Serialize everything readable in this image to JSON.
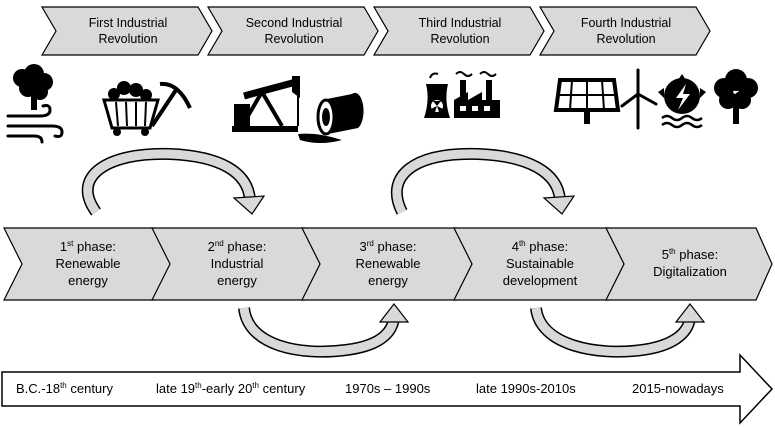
{
  "revolutions": [
    {
      "line1": "First Industrial",
      "line2": "Revolution"
    },
    {
      "line1": "Second Industrial",
      "line2": "Revolution"
    },
    {
      "line1": "Third Industrial",
      "line2": "Revolution"
    },
    {
      "line1": "Fourth Industrial",
      "line2": "Revolution"
    }
  ],
  "phases": [
    {
      "ordinal": "1",
      "suffix": "st",
      "word": "phase:",
      "line2": "Renewable",
      "line3": "energy"
    },
    {
      "ordinal": "2",
      "suffix": "nd",
      "word": "phase:",
      "line2": "Industrial",
      "line3": "energy"
    },
    {
      "ordinal": "3",
      "suffix": "rd",
      "word": "phase:",
      "line2": "Renewable",
      "line3": "energy"
    },
    {
      "ordinal": "4",
      "suffix": "th",
      "word": "phase:",
      "line2": "Sustainable",
      "line3": "development"
    },
    {
      "ordinal": "5",
      "suffix": "th",
      "word": "phase:",
      "line2": "Digitalization",
      "line3": ""
    }
  ],
  "periods": {
    "p1": {
      "a": "B.C.-18",
      "sup": "th",
      "b": " century"
    },
    "p2": {
      "a": "late 19",
      "sup1": "th",
      "b": "-early 20",
      "sup2": "th",
      "c": " century"
    },
    "p3": "1970s – 1990s",
    "p4": "late 1990s-2010s",
    "p5": "2015-nowadays"
  },
  "icons": [
    "tree-icon",
    "wind-icon",
    "coal-cart-icon",
    "pickaxe-icon",
    "oil-pump-icon",
    "oil-barrel-icon",
    "nuclear-plant-icon",
    "factory-icon",
    "solar-panel-icon",
    "wind-turbine-icon",
    "hydro-power-icon",
    "tree-icon"
  ],
  "colors": {
    "chevron_fill": "#d9d9d9",
    "outline": "#000000"
  }
}
